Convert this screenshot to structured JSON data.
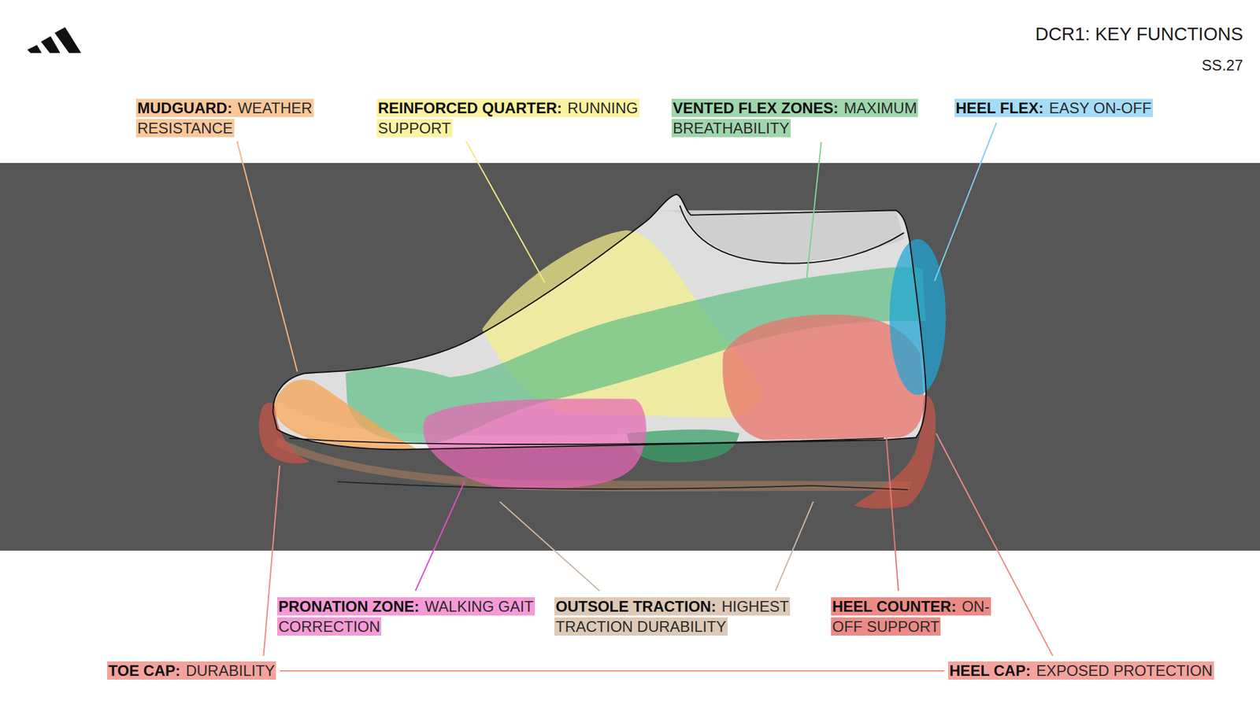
{
  "diagram": {
    "title": "DCR1: KEY FUNCTIONS",
    "nodes": [
      {
        "text": [
          "MUDGUARD:",
          "WEATHER RESISTANCE"
        ]
      },
      {
        "text": [
          "REINFORCED QUARTER:",
          "RUNNING SUPPORT"
        ]
      },
      {
        "text": [
          "VENTED FLEX ZONES:",
          "MAXIMUM BREATHABILITY"
        ]
      },
      {
        "text": [
          "HEEL FLEX:",
          "EASY ON-OFF"
        ]
      },
      {
        "text": [
          "PRONATION ZONE:",
          "WALKING GAIT CORRECTION"
        ]
      },
      {
        "text": [
          "OUTSOLE TRACTION:",
          "HIGHEST TRACTION DURABILITY"
        ]
      },
      {
        "text": [
          "HEEL COUNTER:",
          "ON-OFF SUPPORT"
        ]
      },
      {
        "text": [
          "TOE CAP:",
          "DURABILITY"
        ]
      },
      {
        "text": [
          "HEEL CAP:",
          "EXPOSED PROTECTION"
        ]
      }
    ],
    "edges": [
      {
        "from": 7,
        "to": 8,
        "arrow": "none"
      }
    ],
    "labels": [
      "SS.27"
    ]
  }
}
